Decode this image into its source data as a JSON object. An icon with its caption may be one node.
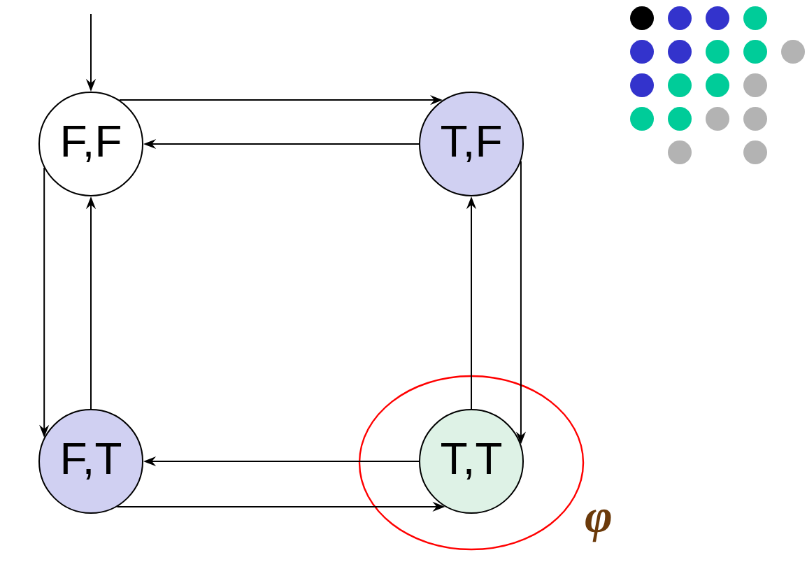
{
  "diagram": {
    "nodes": [
      {
        "text": [
          "F,F"
        ]
      },
      {
        "text": [
          "T,F"
        ]
      },
      {
        "text": [
          "F,T"
        ]
      },
      {
        "text": [
          "T,T"
        ]
      }
    ],
    "edges": [
      {
        "from": null,
        "to": 0,
        "arrow": "to"
      },
      {
        "from": 0,
        "to": 1,
        "arrow": "to"
      },
      {
        "from": 1,
        "to": 0,
        "arrow": "to"
      },
      {
        "from": 0,
        "to": 2,
        "arrow": "to"
      },
      {
        "from": 2,
        "to": 0,
        "arrow": "to"
      },
      {
        "from": 1,
        "to": 3,
        "arrow": "to"
      },
      {
        "from": 3,
        "to": 1,
        "arrow": "to"
      },
      {
        "from": 3,
        "to": 2,
        "arrow": "to"
      },
      {
        "from": 2,
        "to": 3,
        "arrow": "to"
      }
    ],
    "labels": [
      "φ"
    ]
  }
}
